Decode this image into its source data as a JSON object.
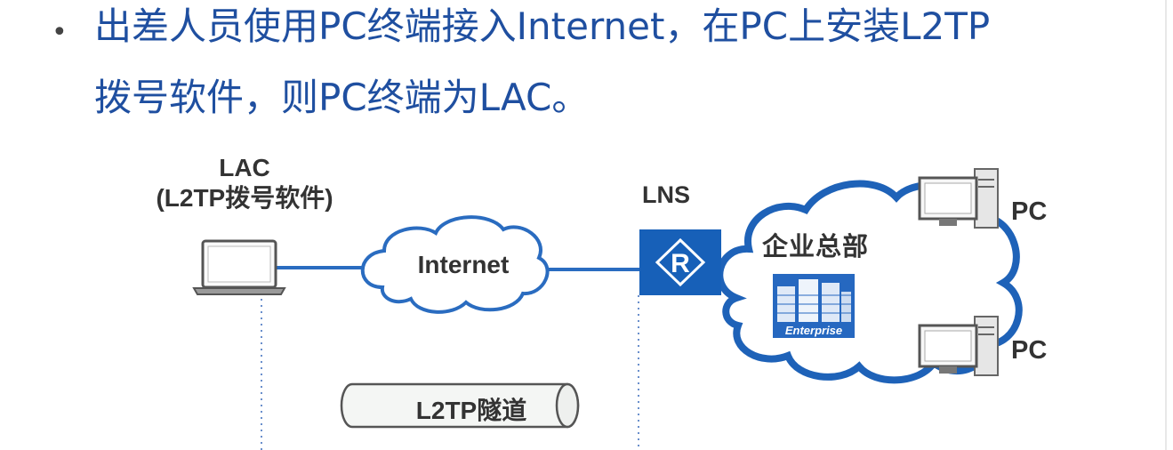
{
  "bullet": {
    "line1": "出差人员使用PC终端接入Internet，在PC上安装L2TP",
    "line2": "拨号软件，则PC终端为LAC。"
  },
  "diagram": {
    "lac_label": "LAC",
    "lac_sub": "(L2TP拨号软件)",
    "internet_label": "Internet",
    "lns_label": "LNS",
    "router_glyph": "R",
    "hq_label": "企业总部",
    "enterprise_label": "Enterprise",
    "pc1_label": "PC",
    "pc2_label": "PC",
    "tunnel_label": "L2TP隧道"
  },
  "colors": {
    "text_blue": "#1f4fa0",
    "line_blue": "#2a6cc0",
    "router_blue": "#1760b8"
  }
}
